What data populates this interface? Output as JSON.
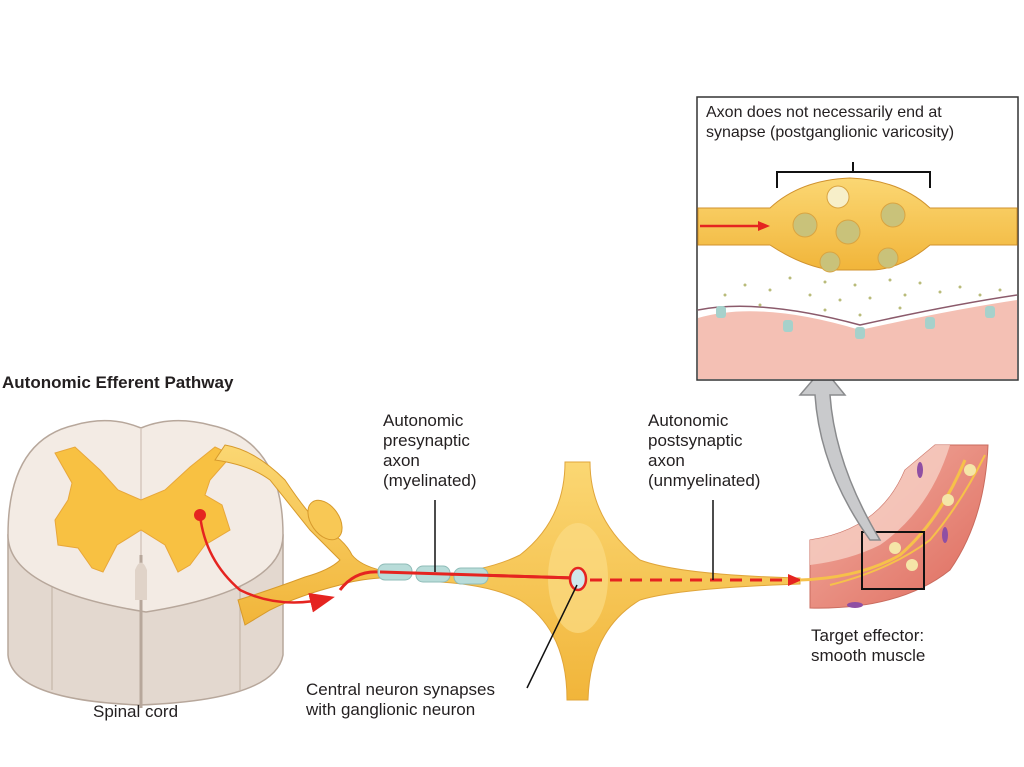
{
  "title": "Autonomic Efferent Pathway",
  "labels": {
    "presynaptic_axon": "Autonomic\npresynaptic\naxon\n(myelinated)",
    "postsynaptic_axon": "Autonomic\npostsynaptic\naxon\n(unmyelinated)",
    "spinal_cord": "Spinal cord",
    "synapse_note": "Central neuron synapses\nwith ganglionic neuron",
    "target_effector": "Target effector:\nsmooth muscle"
  },
  "inset": {
    "caption": "Axon does not necessarily end at\nsynapse (postganglionic varicosity)"
  },
  "colors": {
    "nerve_yellow": "#f6c14a",
    "signal_red": "#e52420",
    "myelin_blue": "#b8dcd9",
    "cord_white": "#f3ebe4",
    "muscle_pink": "#e9786b"
  }
}
